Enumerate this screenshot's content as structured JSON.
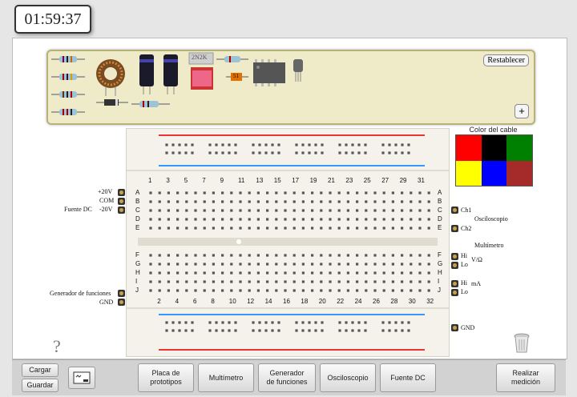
{
  "timer": "01:59:37",
  "parts": {
    "reset_label": "Restablecer",
    "plus_label": "+",
    "transistor_label": "2N2K",
    "part_label": "51"
  },
  "board": {
    "col_numbers_top": [
      "1",
      "3",
      "5",
      "7",
      "9",
      "11",
      "13",
      "15",
      "17",
      "19",
      "21",
      "23",
      "25",
      "27",
      "29",
      "31"
    ],
    "col_numbers_bottom": [
      "2",
      "4",
      "6",
      "8",
      "10",
      "12",
      "14",
      "16",
      "18",
      "20",
      "22",
      "24",
      "26",
      "28",
      "30",
      "32"
    ],
    "row_letters_top": [
      "A",
      "B",
      "C",
      "D",
      "E"
    ],
    "row_letters_bottom": [
      "F",
      "G",
      "H",
      "I",
      "J"
    ]
  },
  "left_panel": {
    "plus20v": "+20V",
    "com": "COM",
    "minus20v": "-20V",
    "dc_source": "Fuente DC",
    "func_gen": "Generador de funciones",
    "gnd": "GND"
  },
  "right_panel": {
    "ch1": "Ch1",
    "ch2": "Ch2",
    "oscilloscope": "Osciloscopio",
    "multimeter": "Multímetro",
    "hi1": "Hi",
    "lo1": "Lo",
    "volt_ohm": "V/Ω",
    "hi2": "Hi",
    "lo2": "Lo",
    "ma": "mA",
    "gnd": "GND"
  },
  "colors": {
    "title": "Color del cable",
    "swatches": [
      "#ff0000",
      "#000000",
      "#008000",
      "#ffff00",
      "#0000ff",
      "#a52a2a"
    ]
  },
  "help_label": "?",
  "toolbar": {
    "load": "Cargar",
    "save": "Guardar",
    "proto_line1": "Placa de",
    "proto_line2": "prototipos",
    "multimeter": "Multímetro",
    "fg_line1": "Generador",
    "fg_line2": "de funciones",
    "osc": "Osciloscopio",
    "dc": "Fuente DC",
    "measure_line1": "Realizar",
    "measure_line2": "medición"
  }
}
